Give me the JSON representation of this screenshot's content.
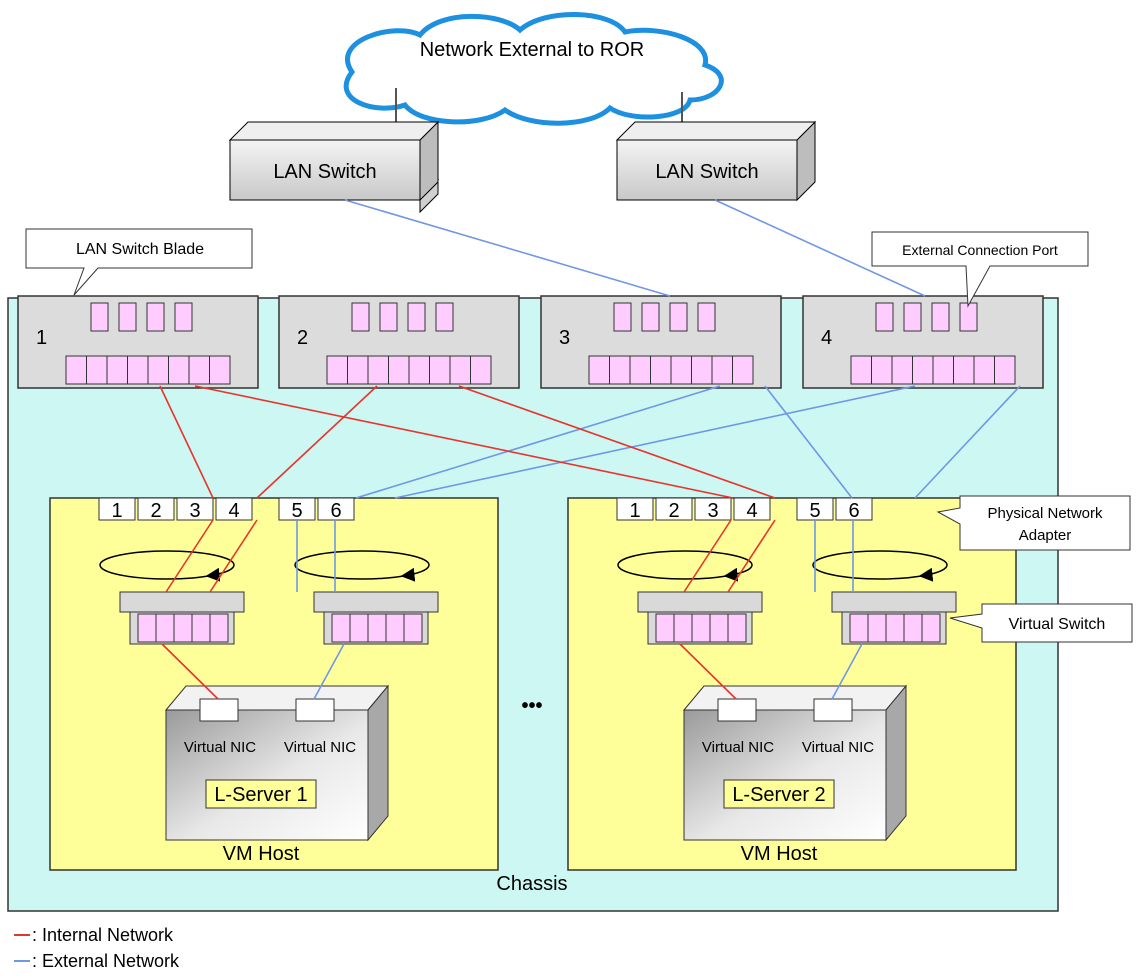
{
  "cloud": {
    "label": "Network External to ROR"
  },
  "lan_switches": [
    {
      "label": "LAN Switch"
    },
    {
      "label": "LAN Switch"
    }
  ],
  "callouts": {
    "lan_switch_blade": "LAN Switch Blade",
    "external_connection_port": "External Connection Port",
    "physical_network_adapter": [
      "Physical Network",
      "Adapter"
    ],
    "virtual_switch": "Virtual Switch"
  },
  "blades": [
    {
      "number": "1"
    },
    {
      "number": "2"
    },
    {
      "number": "3"
    },
    {
      "number": "4"
    }
  ],
  "hosts": [
    {
      "adapters": [
        "1",
        "2",
        "3",
        "4",
        "5",
        "6"
      ],
      "vnics": [
        "Virtual NIC",
        "Virtual NIC"
      ],
      "lserver": "L-Server 1",
      "label": "VM Host"
    },
    {
      "adapters": [
        "1",
        "2",
        "3",
        "4",
        "5",
        "6"
      ],
      "vnics": [
        "Virtual NIC",
        "Virtual NIC"
      ],
      "lserver": "L-Server 2",
      "label": "VM Host"
    }
  ],
  "ellipsis": "•••",
  "chassis_label": "Chassis",
  "legend": [
    {
      "label": ": Internal Network",
      "color": "#e8342c"
    },
    {
      "label": ": External Network",
      "color": "#6f97e6"
    }
  ],
  "colors": {
    "internal": "#e8342c",
    "external": "#6f97e6",
    "chassis_fill": "#ccf7f2",
    "host_fill": "#ffff99",
    "port_fill": "#ffccff",
    "cloud_stroke": "#1e90e0"
  }
}
